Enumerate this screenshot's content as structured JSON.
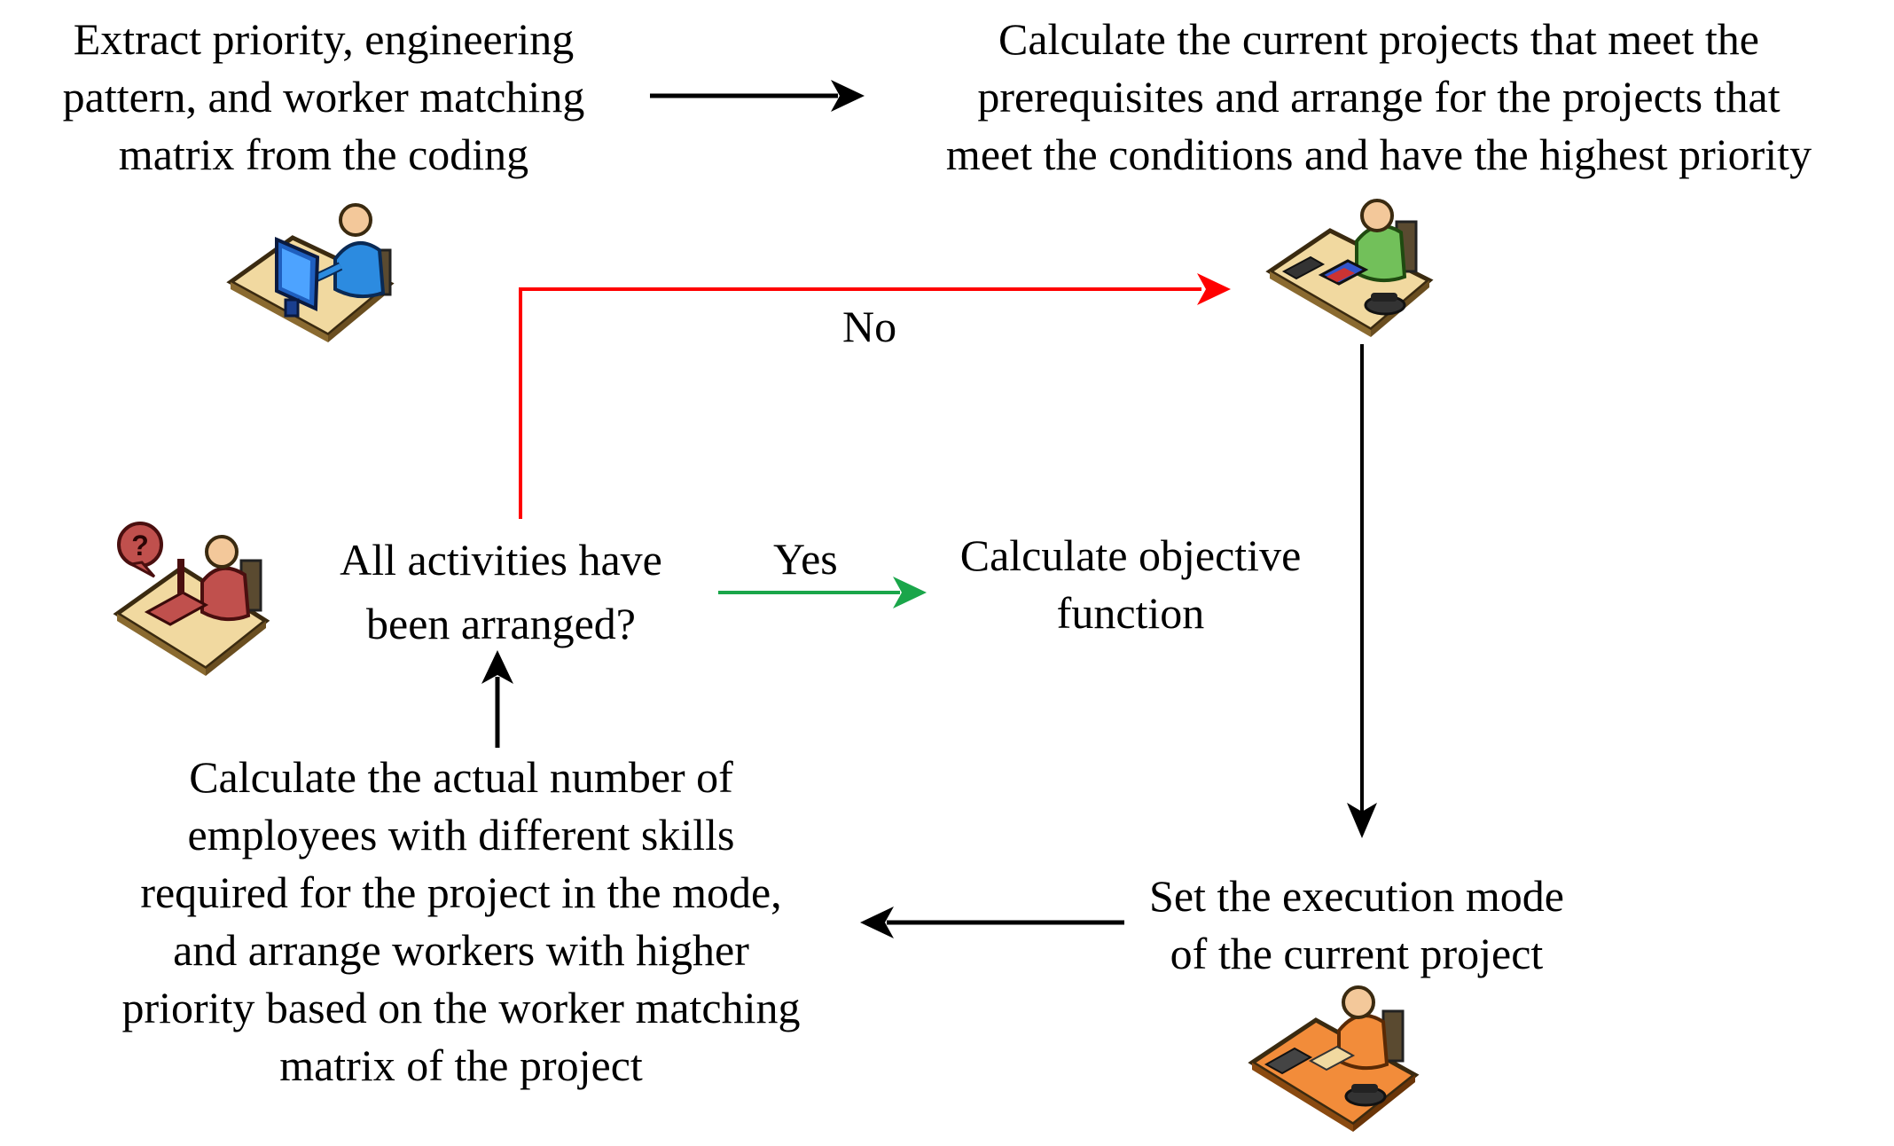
{
  "nodes": {
    "extract": {
      "lines": [
        "Extract priority, engineering",
        "pattern, and worker matching",
        "matrix from the coding"
      ]
    },
    "calc_projects": {
      "lines": [
        "Calculate the current projects that meet the",
        "prerequisites and arrange for the projects that",
        "meet the conditions and have the highest priority"
      ]
    },
    "decision": {
      "lines": [
        "All activities have",
        "been arranged?"
      ]
    },
    "objective": {
      "lines": [
        "Calculate objective",
        "function"
      ]
    },
    "exec_mode": {
      "lines": [
        "Set the execution mode",
        "of the current project"
      ]
    },
    "calc_employees": {
      "lines": [
        "Calculate the actual number of",
        "employees with different skills",
        "required for the project in the mode,",
        "and arrange workers with higher",
        "priority based on the worker matching",
        "matrix of the project"
      ]
    }
  },
  "edges": {
    "no_label": "No",
    "yes_label": "Yes"
  },
  "colors": {
    "arrow_default": "#000000",
    "arrow_no": "#ff0000",
    "arrow_yes": "#1aa64a",
    "desk_top": "#f1d9a0",
    "desk_edge": "#3a2a10",
    "worker_blue": "#2c8be0",
    "worker_green": "#72c05a",
    "worker_red": "#c0504d",
    "worker_orange": "#f28c3a",
    "skin": "#f3c89a"
  },
  "icons": [
    "computer-worker-icon",
    "desk-worker-green-icon",
    "question-worker-icon",
    "desk-worker-orange-icon"
  ]
}
